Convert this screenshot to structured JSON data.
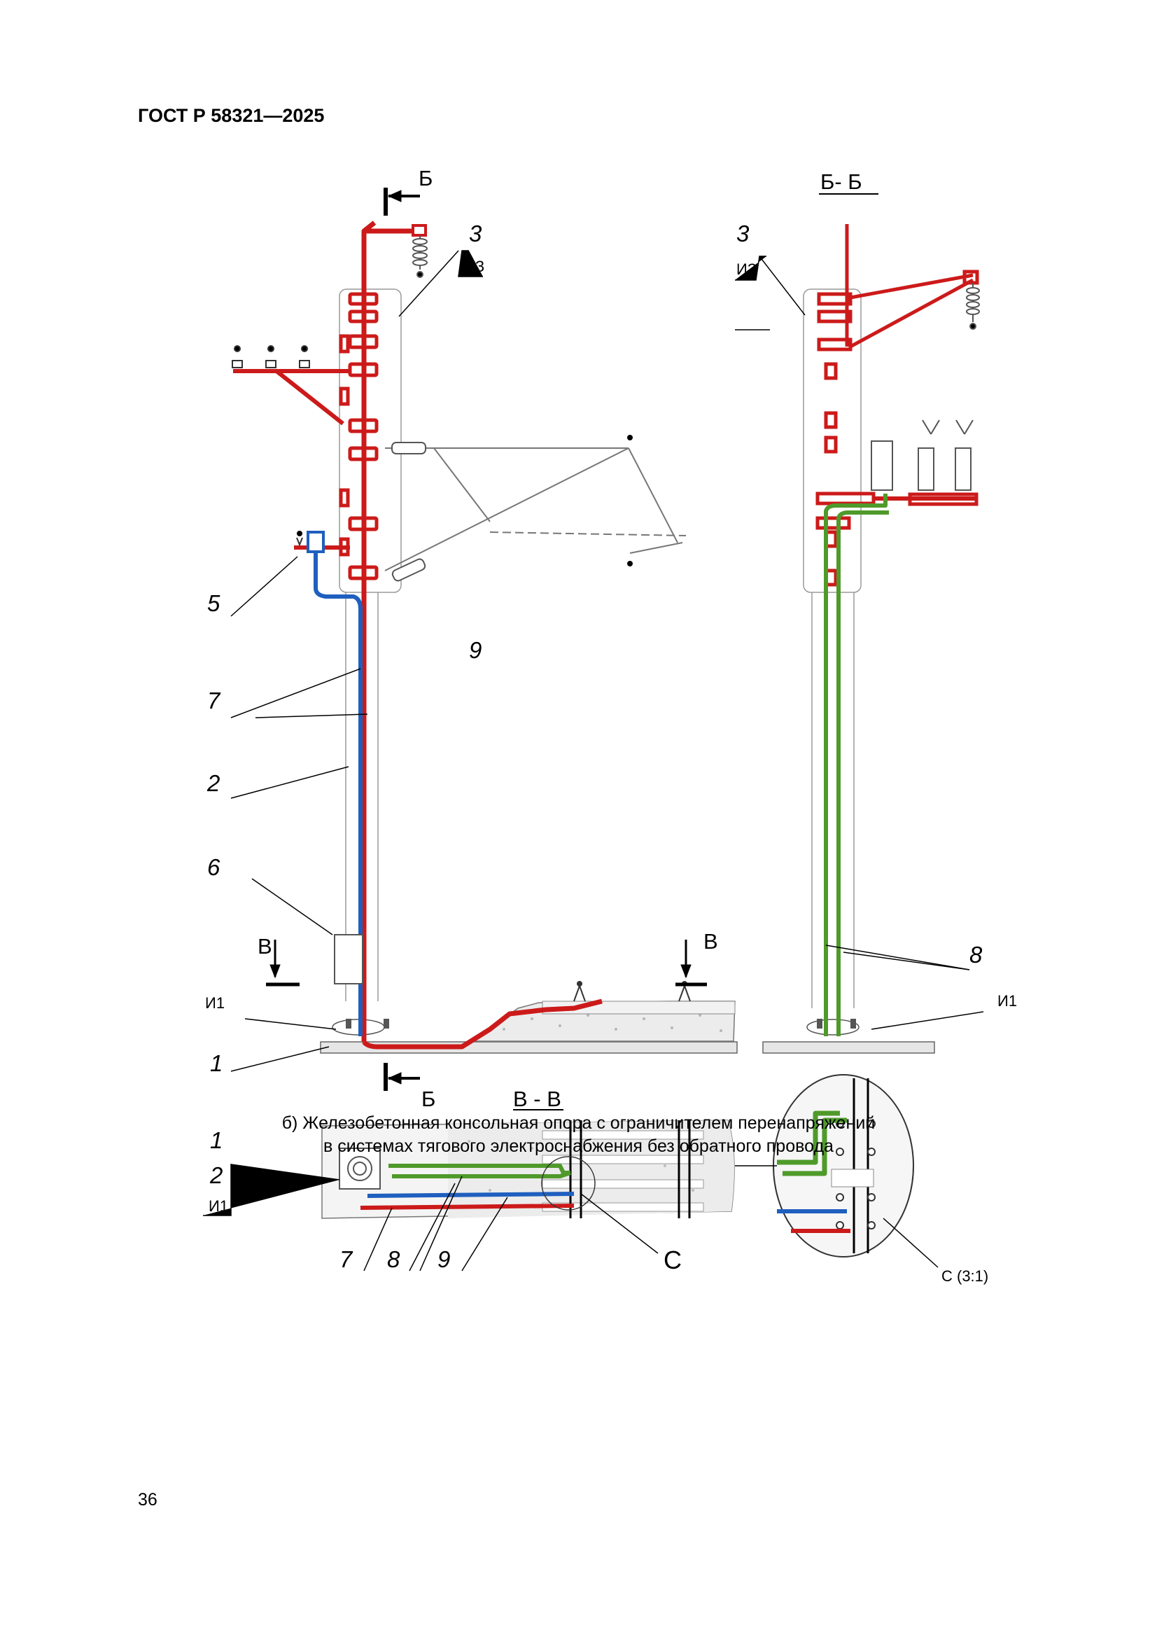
{
  "header": {
    "doc_code": "ГОСТ Р 58321—2025"
  },
  "page_number": "36",
  "caption": {
    "line1": "б) Железобетонная консольная опора с ограничителем перенапряжений",
    "line2": "в системах тягового электроснабжения без обратного провода"
  },
  "labels": {
    "section_mark_b": "Б",
    "section_bb": "Б- Б",
    "section_mark_v": "В",
    "section_vv": "В - В",
    "callout_c": "С",
    "detail_c": "С (3:1)",
    "n1": "1",
    "n2": "2",
    "n3": "3",
    "n5": "5",
    "n6": "6",
    "n7": "7",
    "n8": "8",
    "n9": "9",
    "mark_i1": "И1",
    "mark_i3": "ИЗ"
  },
  "colors": {
    "red_conductor": "#cc1a1a",
    "blue_conductor": "#1f5fbf",
    "green_conductor": "#4f9a2a",
    "line": "#000000",
    "pole_outline": "#9a9a9a"
  }
}
